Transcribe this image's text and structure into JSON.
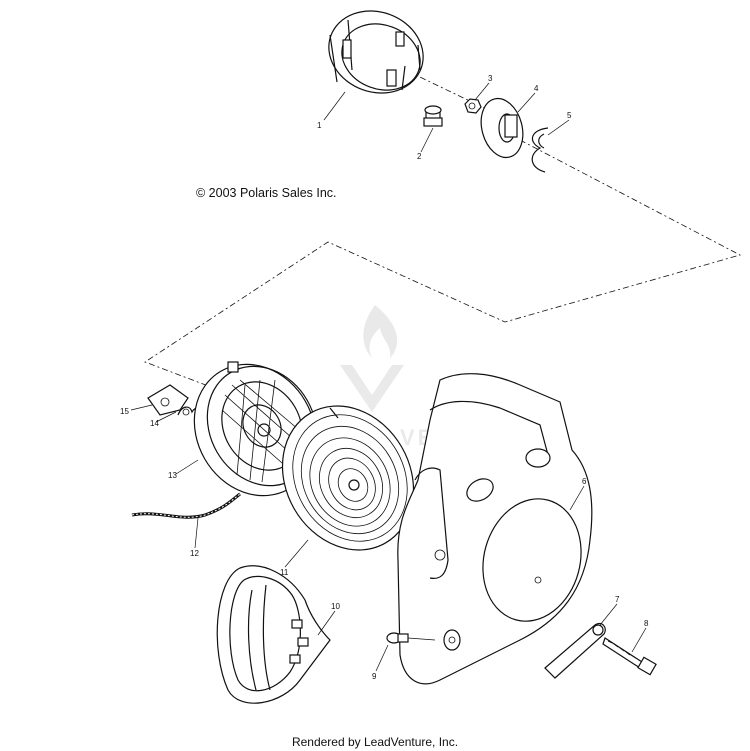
{
  "copyright": "© 2003 Polaris Sales Inc.",
  "footer": "Rendered by LeadVenture, Inc.",
  "watermark": "VENTURE",
  "callouts": [
    {
      "id": "1",
      "label": "1"
    },
    {
      "id": "2",
      "label": "2"
    },
    {
      "id": "3",
      "label": "3"
    },
    {
      "id": "4",
      "label": "4"
    },
    {
      "id": "5",
      "label": "5"
    },
    {
      "id": "6",
      "label": "6"
    },
    {
      "id": "7",
      "label": "7"
    },
    {
      "id": "8",
      "label": "8"
    },
    {
      "id": "9",
      "label": "9"
    },
    {
      "id": "10",
      "label": "10"
    },
    {
      "id": "11",
      "label": "11"
    },
    {
      "id": "12",
      "label": "12"
    },
    {
      "id": "13",
      "label": "13"
    },
    {
      "id": "14",
      "label": "14"
    },
    {
      "id": "15",
      "label": "15"
    }
  ]
}
